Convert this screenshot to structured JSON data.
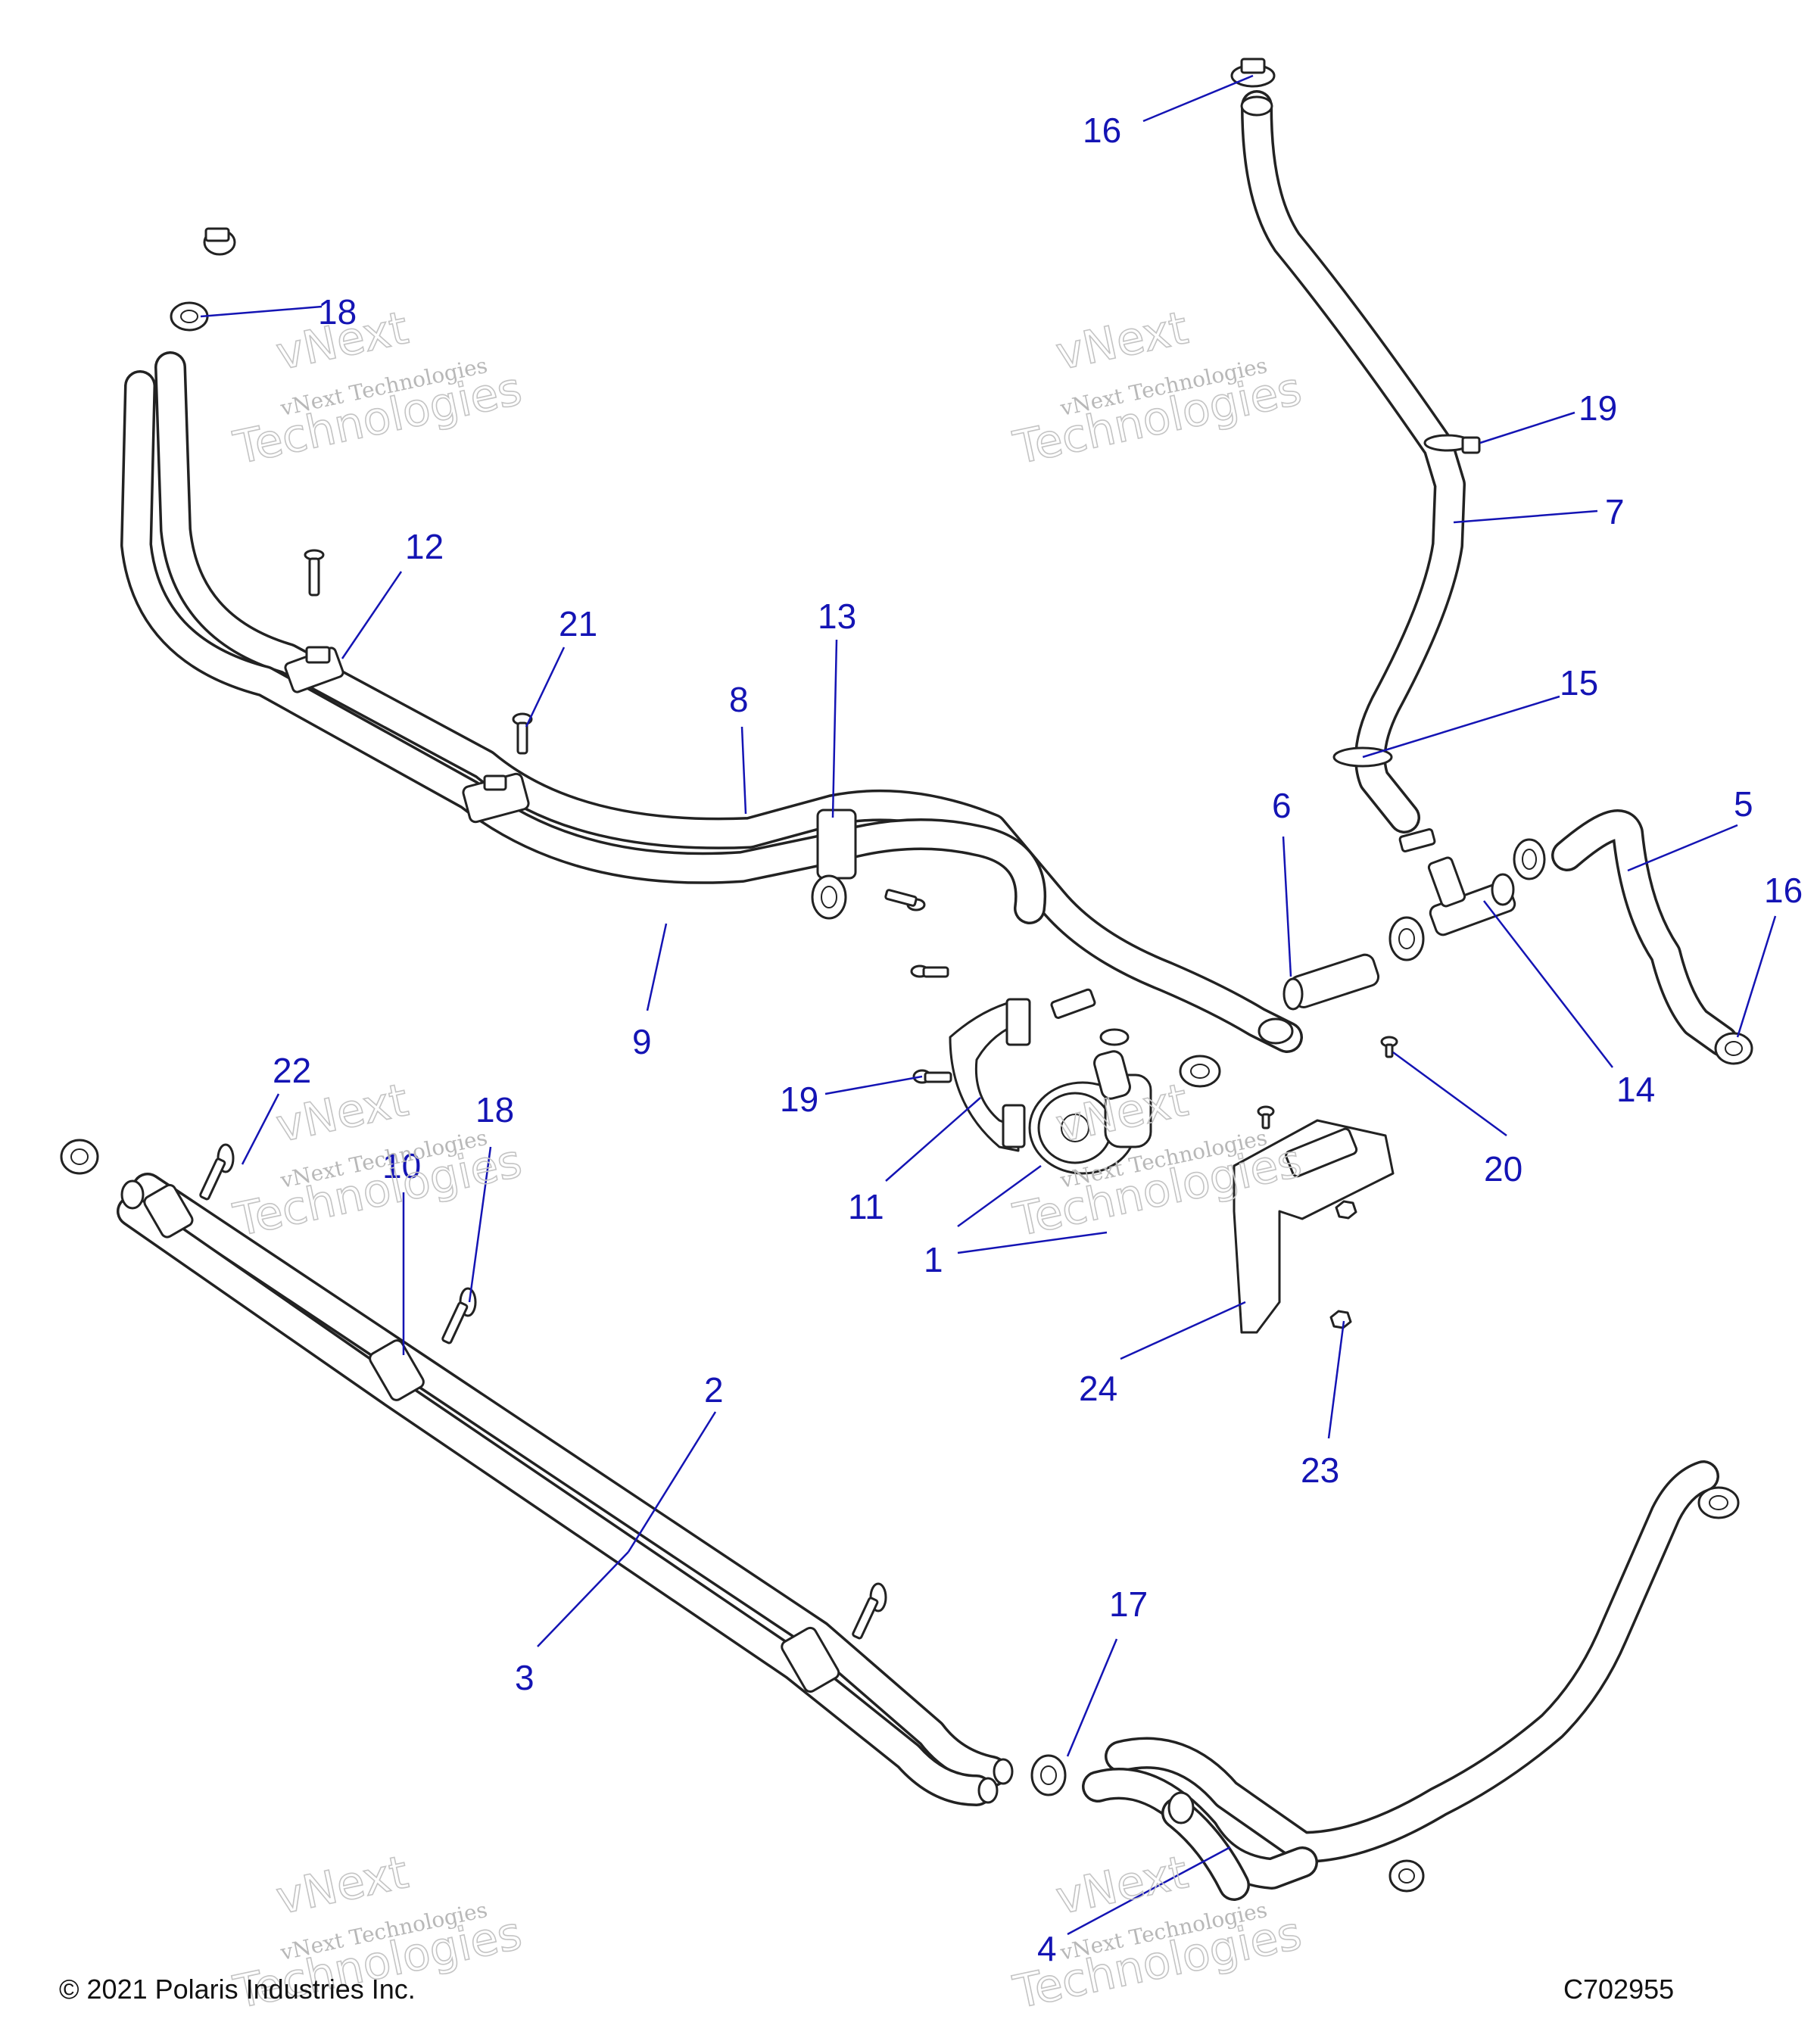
{
  "footer": {
    "copyright": "© 2021 Polaris Industries Inc.",
    "drawing_number": "C702955"
  },
  "watermark": {
    "line1": "vNext",
    "line2": "vNext Technologies",
    "line3": "Technologies"
  },
  "callouts": [
    "1",
    "2",
    "3",
    "4",
    "5",
    "6",
    "7",
    "8",
    "9",
    "10",
    "11",
    "12",
    "13",
    "14",
    "15",
    "16",
    "16",
    "17",
    "18",
    "18",
    "19",
    "19",
    "20",
    "21",
    "22",
    "23",
    "24"
  ]
}
